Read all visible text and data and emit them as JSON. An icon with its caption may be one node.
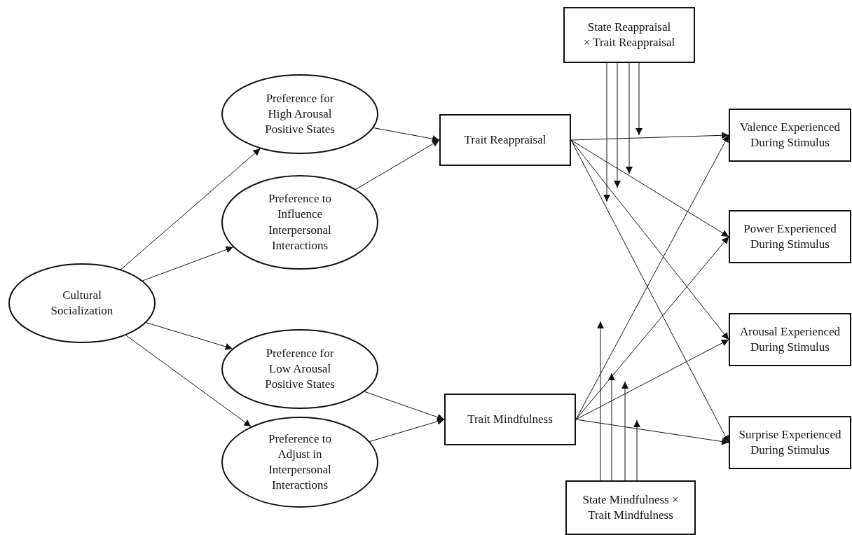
{
  "diagram": {
    "nodes": [
      {
        "text": [
          "Cultural Socialization"
        ]
      },
      {
        "text": [
          "Preference for High Arousal Positive States"
        ]
      },
      {
        "text": [
          "Preference to Influence Interpersonal Interactions"
        ]
      },
      {
        "text": [
          "Preference for Low Arousal Positive States"
        ]
      },
      {
        "text": [
          "Preference to Adjust in Interpersonal Interactions"
        ]
      },
      {
        "text": [
          "Trait Reappraisal"
        ]
      },
      {
        "text": [
          "Trait Mindfulness"
        ]
      },
      {
        "text": [
          "State Reappraisal × Trait Reappraisal"
        ]
      },
      {
        "text": [
          "Valence Experienced During Stimulus"
        ]
      },
      {
        "text": [
          "Power Experienced During Stimulus"
        ]
      },
      {
        "text": [
          "Arousal Experienced During Stimulus"
        ]
      },
      {
        "text": [
          "Surprise Experienced During Stimulus"
        ]
      },
      {
        "text": [
          "State Mindfulness × Trait Mindfulness"
        ]
      }
    ],
    "edges": [
      {
        "from": 0,
        "to": 1,
        "arrow": "to"
      },
      {
        "from": 0,
        "to": 2,
        "arrow": "to"
      },
      {
        "from": 0,
        "to": 3,
        "arrow": "to"
      },
      {
        "from": 0,
        "to": 4,
        "arrow": "to"
      },
      {
        "from": 1,
        "to": 5,
        "arrow": "to"
      },
      {
        "from": 2,
        "to": 5,
        "arrow": "to"
      },
      {
        "from": 3,
        "to": 6,
        "arrow": "to"
      },
      {
        "from": 4,
        "to": 6,
        "arrow": "to"
      },
      {
        "from": 5,
        "to": 8,
        "arrow": "to"
      },
      {
        "from": 5,
        "to": 9,
        "arrow": "to"
      },
      {
        "from": 5,
        "to": 10,
        "arrow": "to"
      },
      {
        "from": 5,
        "to": 11,
        "arrow": "to"
      },
      {
        "from": 6,
        "to": 8,
        "arrow": "to"
      },
      {
        "from": 6,
        "to": 9,
        "arrow": "to"
      },
      {
        "from": 6,
        "to": 10,
        "arrow": "to"
      },
      {
        "from": 6,
        "to": 11,
        "arrow": "to"
      },
      {
        "from": 7,
        "to": null,
        "arrow": "to"
      },
      {
        "from": 7,
        "to": null,
        "arrow": "to"
      },
      {
        "from": 7,
        "to": null,
        "arrow": "to"
      },
      {
        "from": 7,
        "to": null,
        "arrow": "to"
      },
      {
        "from": 12,
        "to": null,
        "arrow": "to"
      },
      {
        "from": 12,
        "to": null,
        "arrow": "to"
      },
      {
        "from": 12,
        "to": null,
        "arrow": "to"
      },
      {
        "from": 12,
        "to": null,
        "arrow": "to"
      }
    ]
  }
}
